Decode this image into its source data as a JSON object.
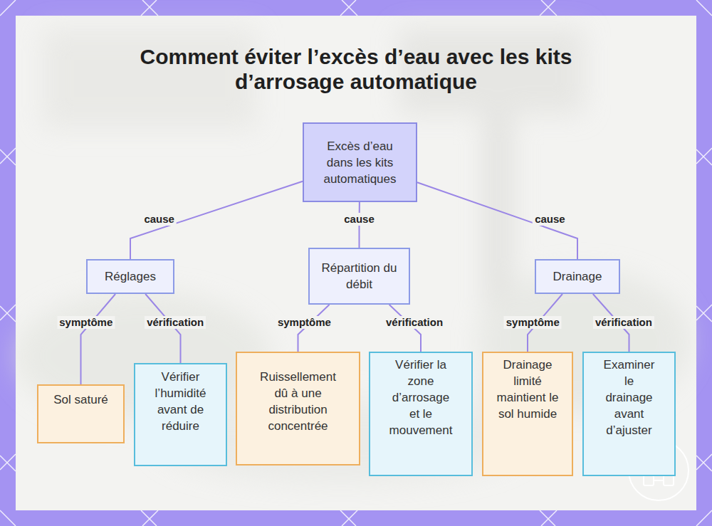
{
  "diagram": {
    "title": "Comment éviter l’excès d’eau avec les kits d’arrosage automatique",
    "nodes": [
      {
        "text": [
          "Excès d’eau dans les kits automatiques"
        ]
      },
      {
        "text": [
          "Réglages"
        ]
      },
      {
        "text": [
          "Répartition du débit"
        ]
      },
      {
        "text": [
          "Drainage"
        ]
      },
      {
        "text": [
          "Sol saturé"
        ]
      },
      {
        "text": [
          "Vérifier l’humidité avant de réduire"
        ]
      },
      {
        "text": [
          "Ruissellement dû à une distribution concentrée"
        ]
      },
      {
        "text": [
          "Vérifier la zone d’arrosage et le mouvement"
        ]
      },
      {
        "text": [
          "Drainage limité maintient le sol humide"
        ]
      },
      {
        "text": [
          "Examiner le drainage avant d’ajuster"
        ]
      }
    ],
    "edges": [
      {
        "from": 0,
        "to": 1,
        "label": "cause",
        "arrow": "none"
      },
      {
        "from": 0,
        "to": 2,
        "label": "cause",
        "arrow": "none"
      },
      {
        "from": 0,
        "to": 3,
        "label": "cause",
        "arrow": "none"
      },
      {
        "from": 1,
        "to": 4,
        "label": "symptôme",
        "arrow": "none"
      },
      {
        "from": 1,
        "to": 5,
        "label": "vérification",
        "arrow": "none"
      },
      {
        "from": 2,
        "to": 6,
        "label": "symptôme",
        "arrow": "none"
      },
      {
        "from": 2,
        "to": 7,
        "label": "vérification",
        "arrow": "none"
      },
      {
        "from": 3,
        "to": 8,
        "label": "symptôme",
        "arrow": "none"
      },
      {
        "from": 3,
        "to": 9,
        "label": "vérification",
        "arrow": "none"
      }
    ]
  }
}
